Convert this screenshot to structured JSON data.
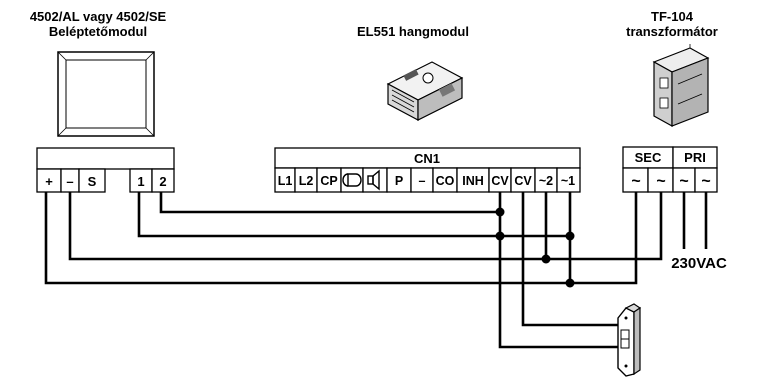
{
  "titles": {
    "access_module_line1": "4502/AL vagy 4502/SE",
    "access_module_line2": "Beléptetőmodul",
    "audio_module": "EL551 hangmodul",
    "transformer_line1": "TF-104",
    "transformer_line2": "transzformátor"
  },
  "access_module_terminals": [
    "+",
    "–",
    "S",
    "1",
    "2"
  ],
  "audio_module": {
    "header": "CN1",
    "terminals": [
      "L1",
      "L2",
      "CP",
      "",
      "",
      "P",
      "–",
      "CO",
      "INH",
      "CV",
      "CV",
      "~2",
      "~1"
    ]
  },
  "transformer": {
    "sec_label": "SEC",
    "pri_label": "PRI",
    "terminals": [
      "~",
      "~",
      "~",
      "~"
    ],
    "mains_label": "230VAC"
  },
  "colors": {
    "line": "#000000",
    "background": "#ffffff"
  }
}
